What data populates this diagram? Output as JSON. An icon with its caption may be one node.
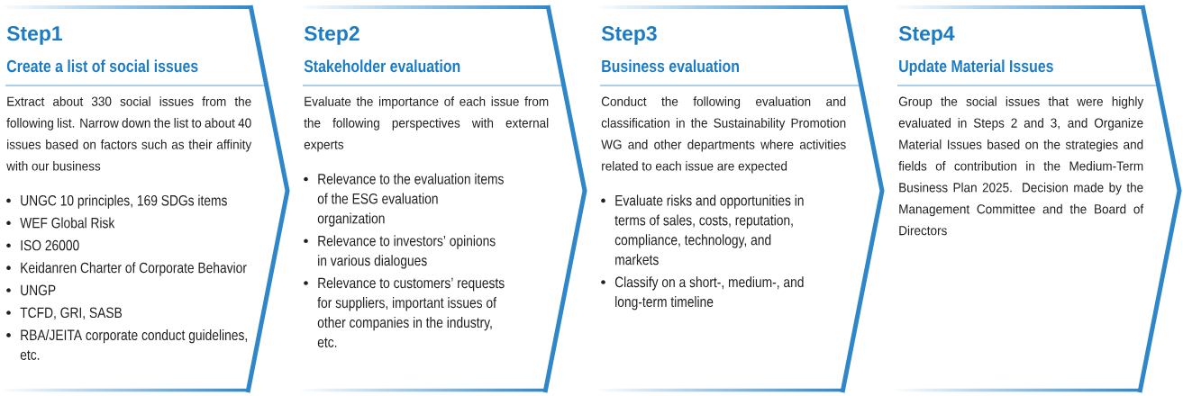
{
  "diagram": {
    "nodes": [
      {
        "text": [
          "Step1",
          "Create a list of social issues",
          "Extract about 330 social issues from the following list. Narrow down the list to about 40 issues based on factors such as their affinity with our business",
          "UNGC 10 principles, 169 SDGs items",
          "WEF Global Risk",
          "ISO 26000",
          "Keidanren Charter of Corporate Behavior",
          "UNGP",
          "TCFD, GRI, SASB",
          "RBA/JEITA corporate conduct guidelines, etc."
        ]
      },
      {
        "text": [
          "Step2",
          "Stakeholder evaluation",
          "Evaluate the importance of each issue from the following perspectives with external experts",
          "Relevance to the evaluation items of the ESG evaluation organization",
          "Relevance to investors’ opinions in various dialogues",
          "Relevance to customers’ requests for suppliers, important issues of other companies in the industry, etc."
        ]
      },
      {
        "text": [
          "Step3",
          "Business evaluation",
          "Conduct the following evaluation and classification in the Sustainability Promotion WG and other departments where activities related to each issue are expected",
          "Evaluate risks and opportunities in terms of sales, costs, reputation, compliance, technology, and markets",
          "Classify on a short-, medium-, and long-term timeline"
        ]
      },
      {
        "text": [
          "Step4",
          "Update Material Issues",
          "Group the social issues that were highly evaluated in Steps 2 and 3, and Organize Material Issues based on the strategies and fields of contribution in the Medium-Term Business Plan 2025. Decision made by the Management Committee and the Board of Directors"
        ]
      }
    ]
  }
}
